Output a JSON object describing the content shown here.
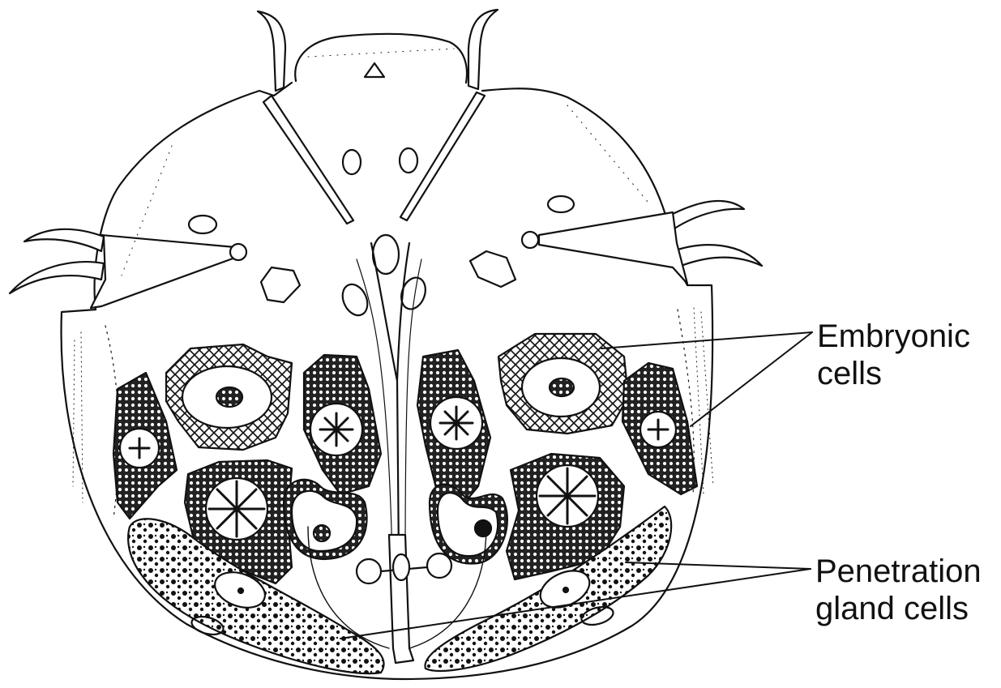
{
  "diagram": {
    "labels": {
      "embryonic": [
        "Embryonic",
        "cells"
      ],
      "penetration": [
        "Penetration",
        "gland cells"
      ]
    },
    "colors": {
      "line": "#111111",
      "background": "#ffffff"
    }
  }
}
